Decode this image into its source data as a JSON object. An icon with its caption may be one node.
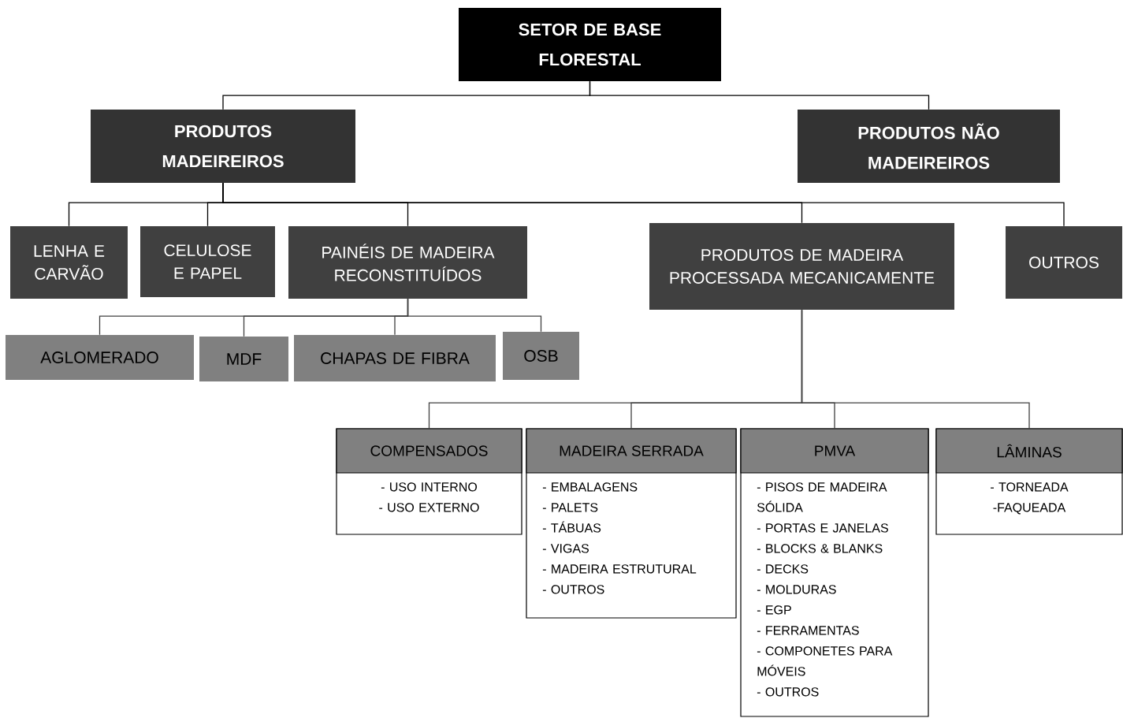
{
  "diagram": {
    "nodes": [
      {
        "text": [
          "SETOR DE BASE FLORESTAL"
        ]
      },
      {
        "text": [
          "PRODUTOS MADEIREIROS"
        ]
      },
      {
        "text": [
          "PRODUTOS NÃO MADEIREIROS"
        ]
      },
      {
        "text": [
          "LENHA E CARVÃO"
        ]
      },
      {
        "text": [
          "CELULOSE E PAPEL"
        ]
      },
      {
        "text": [
          "PAINÉIS DE MADEIRA RECONSTITUÍDOS"
        ]
      },
      {
        "text": [
          "PRODUTOS DE MADEIRA PROCESSADA MECANICAMENTE"
        ]
      },
      {
        "text": [
          "OUTROS"
        ]
      },
      {
        "text": [
          "AGLOMERADO"
        ]
      },
      {
        "text": [
          "MDF"
        ]
      },
      {
        "text": [
          "CHAPAS DE FIBRA"
        ]
      },
      {
        "text": [
          "OSB"
        ]
      },
      {
        "text": [
          "COMPENSADOS",
          "- USO INTERNO",
          "- USO EXTERNO"
        ]
      },
      {
        "text": [
          "MADEIRA SERRADA",
          "- EMBALAGENS",
          "- PALETS",
          "- TÁBUAS",
          "- VIGAS",
          "- MADEIRA ESTRUTURAL",
          "- OUTROS"
        ]
      },
      {
        "text": [
          "PMVA",
          "- PISOS DE MADEIRA SÓLIDA",
          "- PORTAS E JANELAS",
          "- BLOCKS & BLANKS",
          "- DECKS",
          "- MOLDURAS",
          "- EGP",
          "- FERRAMENTAS",
          "- COMPONETES PARA MÓVEIS",
          "- OUTROS"
        ]
      },
      {
        "text": [
          "LÂMINAS",
          "- TORNEADA",
          "-FAQUEADA"
        ]
      }
    ],
    "edges": [
      {
        "from": 0,
        "to": 1,
        "arrow": "none"
      },
      {
        "from": 0,
        "to": 2,
        "arrow": "none"
      },
      {
        "from": 1,
        "to": 3,
        "arrow": "none"
      },
      {
        "from": 1,
        "to": 4,
        "arrow": "none"
      },
      {
        "from": 1,
        "to": 5,
        "arrow": "none"
      },
      {
        "from": 1,
        "to": 6,
        "arrow": "none"
      },
      {
        "from": 1,
        "to": 7,
        "arrow": "none"
      },
      {
        "from": 5,
        "to": 8,
        "arrow": "none"
      },
      {
        "from": 5,
        "to": 9,
        "arrow": "none"
      },
      {
        "from": 5,
        "to": 10,
        "arrow": "none"
      },
      {
        "from": 5,
        "to": 11,
        "arrow": "none"
      },
      {
        "from": 6,
        "to": 12,
        "arrow": "none"
      },
      {
        "from": 6,
        "to": 13,
        "arrow": "none"
      },
      {
        "from": 6,
        "to": 14,
        "arrow": "none"
      },
      {
        "from": 6,
        "to": 15,
        "arrow": "none"
      }
    ]
  }
}
